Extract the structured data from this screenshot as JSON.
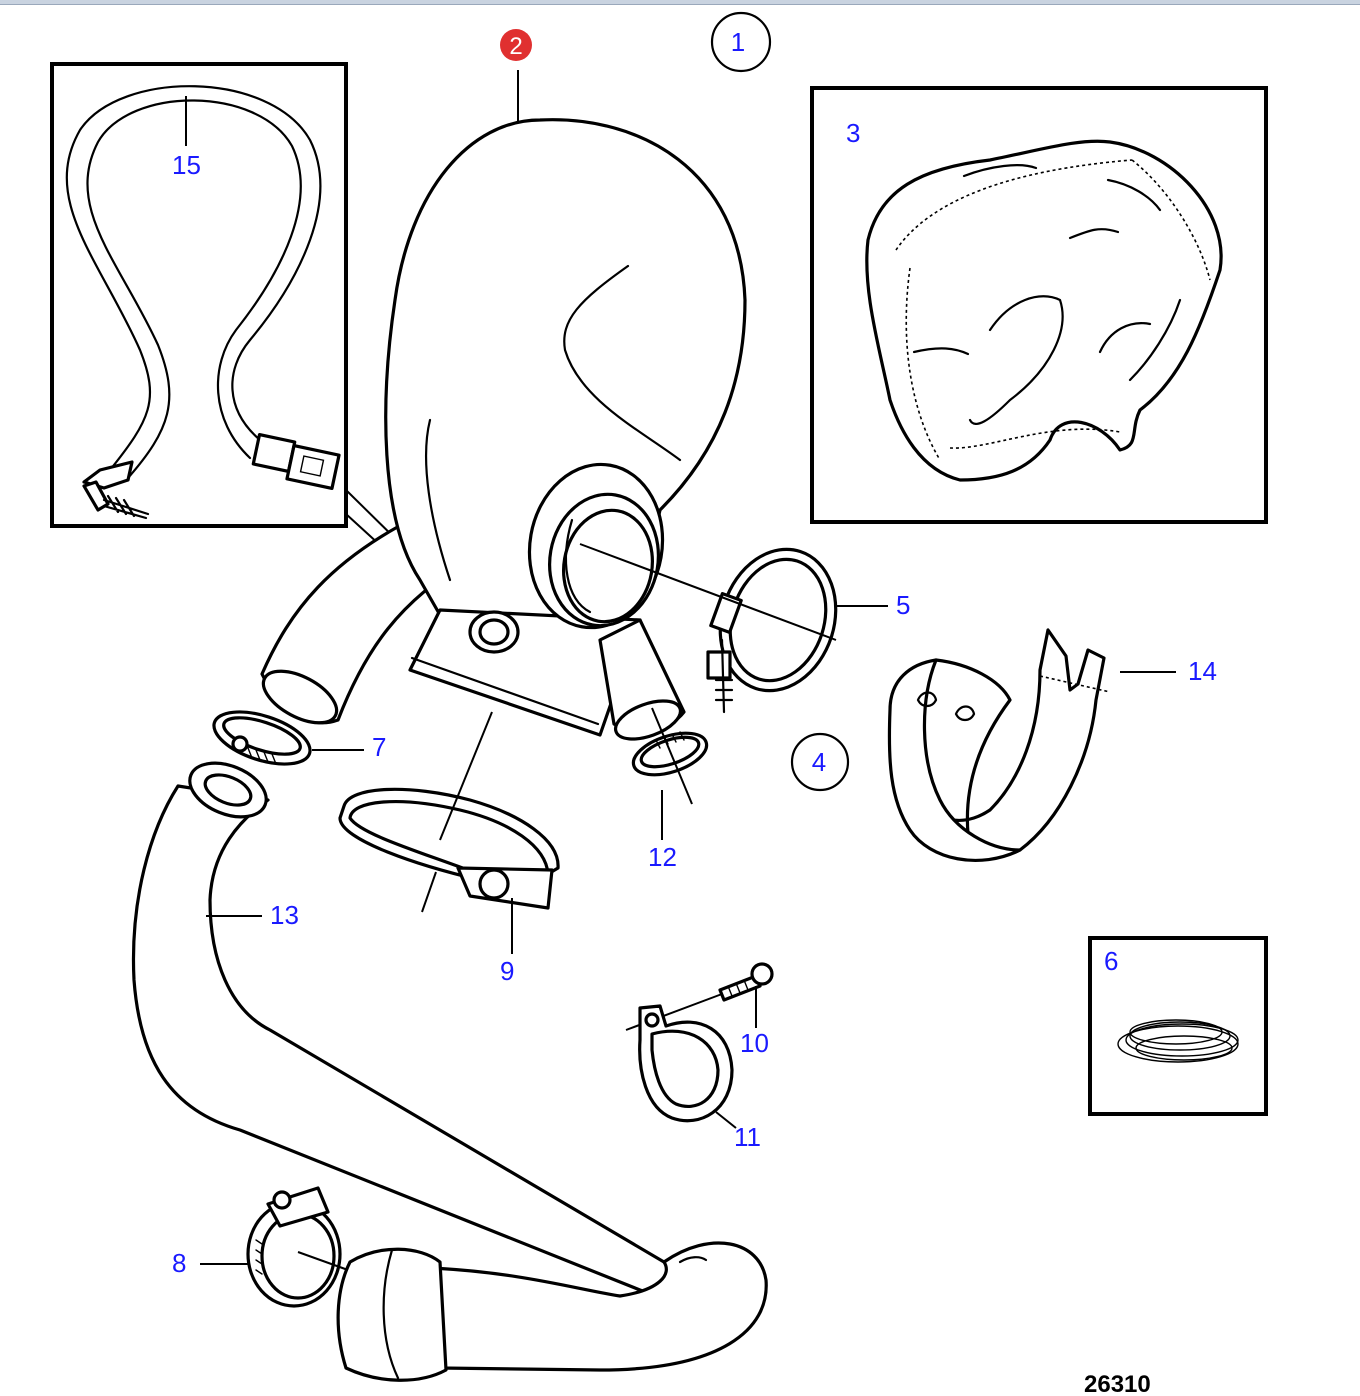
{
  "callouts": {
    "c1": "1",
    "c2": "2",
    "c3": "3",
    "c4": "4",
    "c5": "5",
    "c6": "6",
    "c7": "7",
    "c8": "8",
    "c9": "9",
    "c10": "10",
    "c11": "11",
    "c12": "12",
    "c13": "13",
    "c14": "14",
    "c15": "15"
  },
  "figure_number": "26310",
  "colors": {
    "label_blue": "#1a1aff",
    "marker_red": "#e03030",
    "line": "#000000"
  }
}
